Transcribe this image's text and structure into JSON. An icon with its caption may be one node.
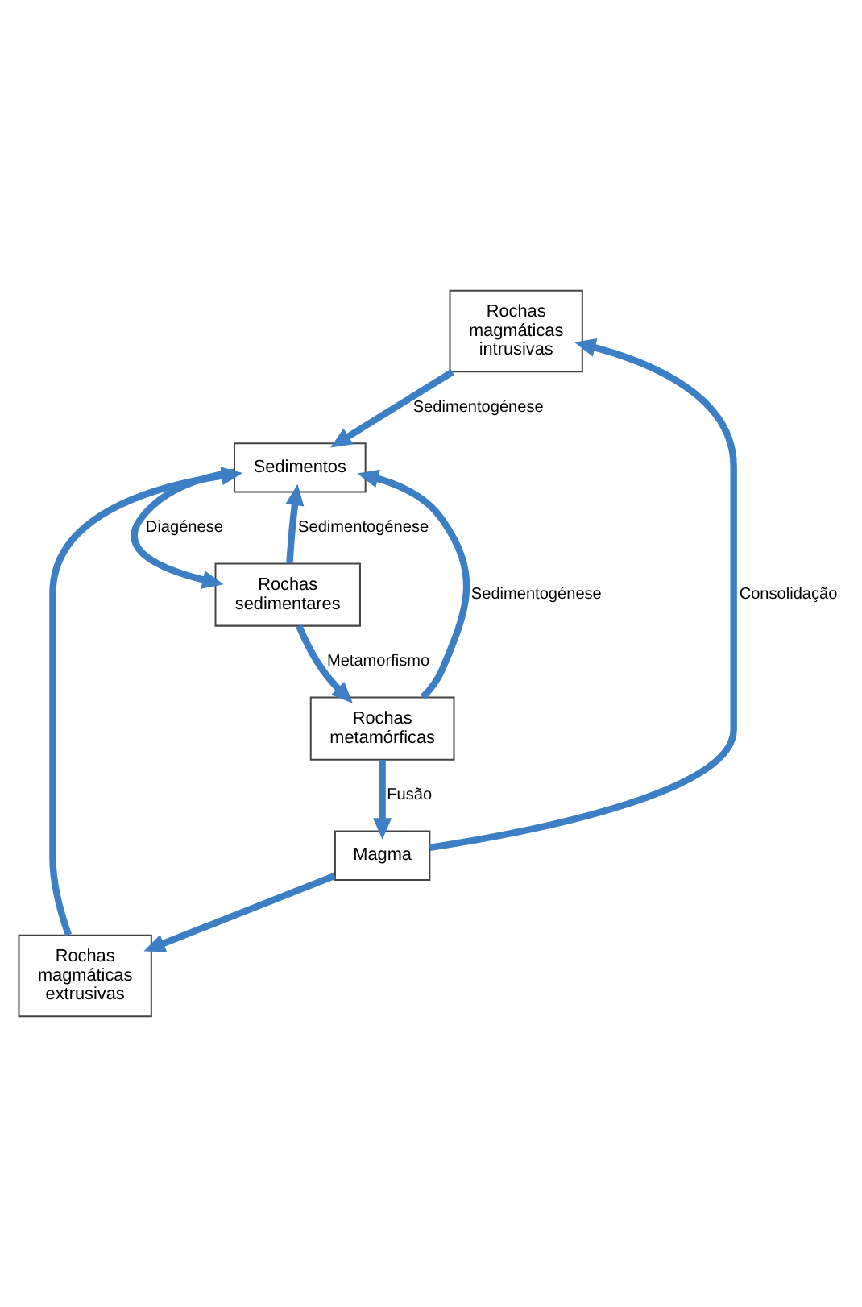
{
  "diagram": {
    "nodes": [
      {
        "text": [
          "Rochas magmáticas intrusivas"
        ]
      },
      {
        "text": [
          "Rochas magmáticas extrusivas"
        ]
      },
      {
        "text": [
          "Sedimentos"
        ]
      },
      {
        "text": [
          "Magma"
        ]
      },
      {
        "text": [
          "Rochas sedimentares"
        ]
      },
      {
        "text": [
          "Rochas metamórficas"
        ]
      }
    ],
    "edges": [
      {
        "from": 3,
        "to": 0,
        "arrow": "to",
        "label": "Consolidação"
      },
      {
        "from": 3,
        "to": 1,
        "arrow": "to"
      },
      {
        "from": 0,
        "to": 2,
        "arrow": "to",
        "label": "Sedimentogénese"
      },
      {
        "from": 1,
        "to": 2,
        "arrow": "to"
      },
      {
        "from": 2,
        "to": 4,
        "arrow": "to",
        "label": "Diagénese"
      },
      {
        "from": 4,
        "to": 2,
        "arrow": "to",
        "label": "Sedimentogénese"
      },
      {
        "from": 4,
        "to": 5,
        "arrow": "to",
        "label": "Metamorfismo"
      },
      {
        "from": 5,
        "to": 2,
        "arrow": "to",
        "label": "Sedimentogénese"
      },
      {
        "from": 5,
        "to": 3,
        "arrow": "to",
        "label": "Fusão"
      }
    ]
  }
}
